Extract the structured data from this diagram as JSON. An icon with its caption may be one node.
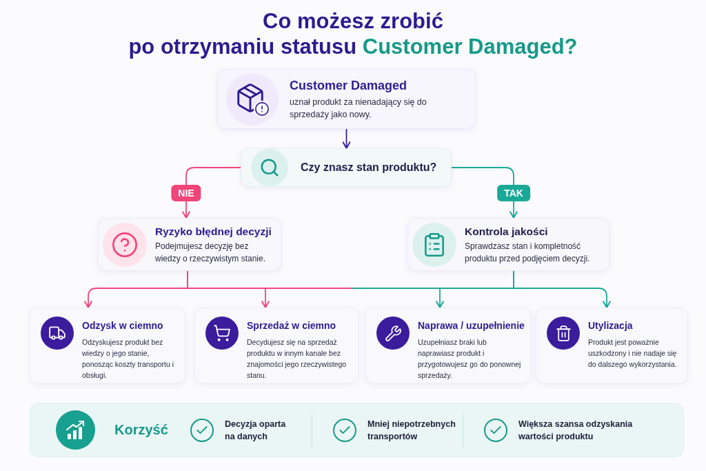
{
  "diagram": {
    "title": "Co możesz zrobić po otrzymaniu statusu **Customer Damaged?**",
    "nodes": [
      {
        "text": [
          "Customer Damaged",
          "uznał produkt za nienadający się do sprzedaży jako nowy."
        ]
      },
      {
        "text": [
          "Czy znasz stan produktu?"
        ]
      },
      {
        "text": [
          "Ryzyko błędnej decyzji",
          "Podejmujesz decyzję bez wiedzy o rzeczywistym stanie."
        ]
      },
      {
        "text": [
          "Kontrola jakości",
          "Sprawdzasz stan i kompletność produktu przed podjęciem decyzji."
        ]
      },
      {
        "text": [
          "Odzysk w ciemno",
          "Odzyskujesz produkt bez wiedzy o jego stanie, ponosząc koszty transportu i obsługi."
        ]
      },
      {
        "text": [
          "Sprzedaż w ciemno",
          "Decydujesz się na sprzedaż produktu w innym kanale bez znajomości jego rzeczywistego stanu."
        ]
      },
      {
        "text": [
          "Naprawa / uzupełnienie",
          "Uzupełniasz braki lub naprawiasz produkt i przygotowujesz go do ponownej sprzedaży."
        ]
      },
      {
        "text": [
          "Utylizacja",
          "Produkt jest poważnie uszkodzony i nie nadaje się do dalszego wykorzystania."
        ]
      },
      {
        "text": [
          "Korzyść",
          "Decyzja oparta na danych",
          "Mniej niepotrzebnych transportów",
          "Większa szansa odzyskania wartości produktu"
        ]
      }
    ],
    "edges": [
      {
        "from": 0,
        "to": 1,
        "arrow": "to",
        "color": "#3b1f9e"
      },
      {
        "from": 1,
        "to": 2,
        "arrow": "to",
        "label": "NIE",
        "color": "#f0457a"
      },
      {
        "from": 1,
        "to": 3,
        "arrow": "to",
        "label": "TAK",
        "color": "#1aa898"
      },
      {
        "from": 2,
        "to": 4,
        "arrow": "to",
        "color": "#f0457a"
      },
      {
        "from": 2,
        "to": 5,
        "arrow": "to",
        "color": "#f0457a"
      },
      {
        "from": 3,
        "to": 6,
        "arrow": "to",
        "color": "#1aa898"
      },
      {
        "from": 3,
        "to": 7,
        "arrow": "to",
        "color": "#1aa898"
      }
    ]
  }
}
